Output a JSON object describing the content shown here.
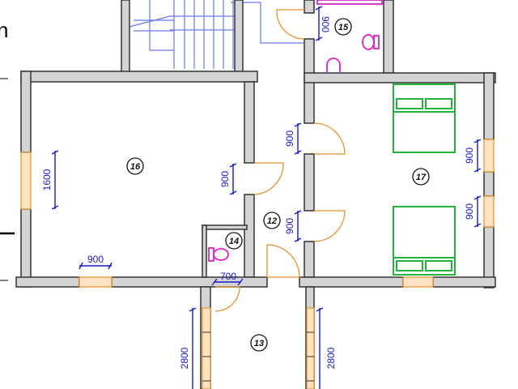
{
  "title_fragment": "n",
  "rooms": [
    {
      "number": "12"
    },
    {
      "number": "13"
    },
    {
      "number": "14"
    },
    {
      "number": "15"
    },
    {
      "number": "16"
    },
    {
      "number": "17"
    }
  ],
  "dimensions": {
    "door_15": "900",
    "window_16_left": "1600",
    "window_16_bottom": "900",
    "door_16": "900",
    "door_17_upper": "900",
    "door_17_lower": "900",
    "window_17_upper": "900",
    "window_17_lower": "900",
    "door_14": "700",
    "corridor_left": "2800",
    "corridor_right": "2800"
  },
  "colors": {
    "dimension": "#1a1acc",
    "door": "#e8902a",
    "furniture_bed": "#22b43c",
    "plumbing": "#e020c8",
    "stair": "#6a78e6"
  }
}
